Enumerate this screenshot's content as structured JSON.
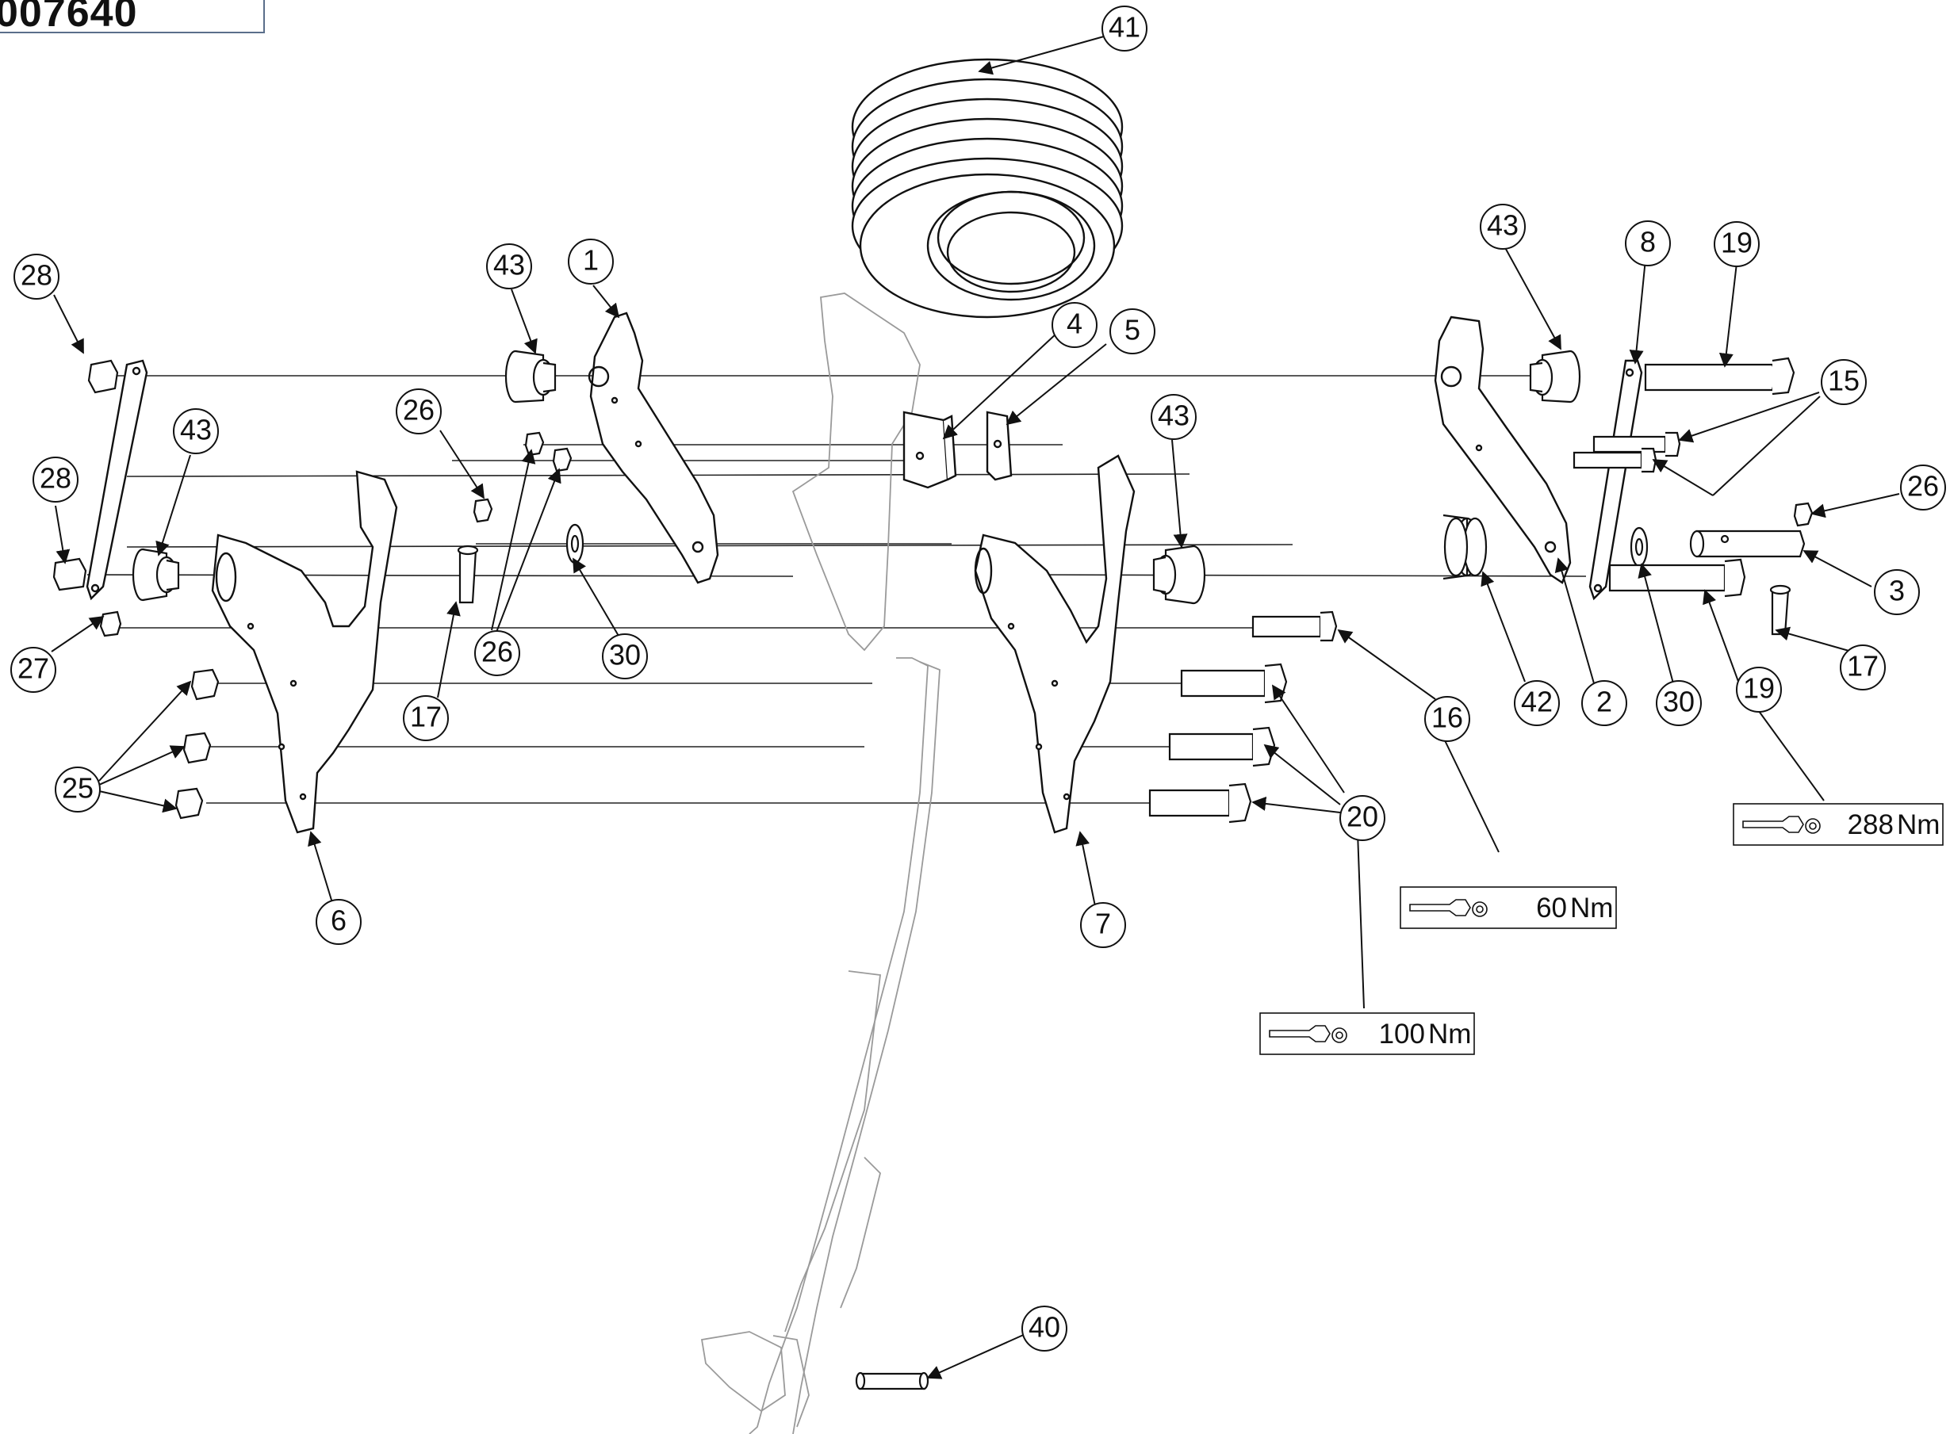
{
  "title": "007640",
  "callouts": [
    {
      "id": "c41",
      "label": "41"
    },
    {
      "id": "c28a",
      "label": "28"
    },
    {
      "id": "c43a",
      "label": "43"
    },
    {
      "id": "c1",
      "label": "1"
    },
    {
      "id": "c4",
      "label": "4"
    },
    {
      "id": "c5",
      "label": "5"
    },
    {
      "id": "c43b",
      "label": "43"
    },
    {
      "id": "c8",
      "label": "8"
    },
    {
      "id": "c19a",
      "label": "19"
    },
    {
      "id": "c15",
      "label": "15"
    },
    {
      "id": "c26a",
      "label": "26"
    },
    {
      "id": "c43c",
      "label": "43"
    },
    {
      "id": "c28b",
      "label": "28"
    },
    {
      "id": "c43d",
      "label": "43"
    },
    {
      "id": "c26b",
      "label": "26"
    },
    {
      "id": "c3",
      "label": "3"
    },
    {
      "id": "c27",
      "label": "27"
    },
    {
      "id": "c26c",
      "label": "26"
    },
    {
      "id": "c30a",
      "label": "30"
    },
    {
      "id": "c17a",
      "label": "17"
    },
    {
      "id": "c42",
      "label": "42"
    },
    {
      "id": "c2",
      "label": "2"
    },
    {
      "id": "c30b",
      "label": "30"
    },
    {
      "id": "c19b",
      "label": "19"
    },
    {
      "id": "c17b",
      "label": "17"
    },
    {
      "id": "c25",
      "label": "25"
    },
    {
      "id": "c16",
      "label": "16"
    },
    {
      "id": "c20",
      "label": "20"
    },
    {
      "id": "c6",
      "label": "6"
    },
    {
      "id": "c7",
      "label": "7"
    },
    {
      "id": "c40",
      "label": "40"
    }
  ],
  "torques": [
    {
      "id": "t288",
      "value": "288",
      "unit": "Nm",
      "icon": "torque-wrench-icon"
    },
    {
      "id": "t60",
      "value": "60",
      "unit": "Nm",
      "icon": "torque-wrench-icon"
    },
    {
      "id": "t100",
      "value": "100",
      "unit": "Nm",
      "icon": "torque-wrench-icon"
    }
  ],
  "colors": {
    "line": "#111111",
    "faint": "#9a9a9a",
    "frame": "#5a6e8a"
  }
}
